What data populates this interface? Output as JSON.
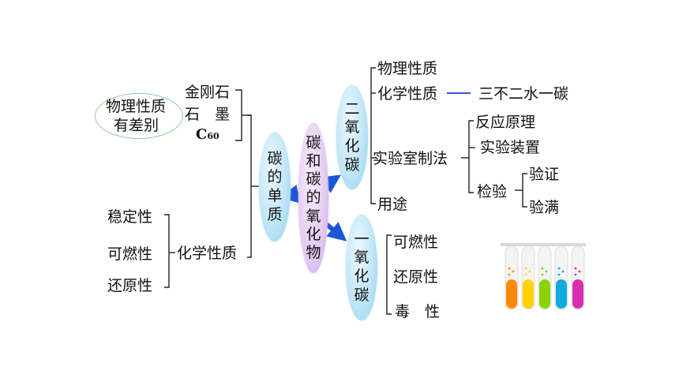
{
  "center": "碳和碳的氧化物",
  "simple": {
    "title": "碳的单质",
    "phys_box": [
      "物理性质",
      "有差别"
    ],
    "forms": [
      "金刚石",
      "石　墨",
      "C"
    ],
    "c60_sub": "60",
    "chem_label": "化学性质",
    "chem_props": [
      "稳定性",
      "可燃性",
      "还原性"
    ]
  },
  "co2": {
    "title": "二氧化碳",
    "items": [
      "物理性质",
      "化学性质",
      "实验室制法",
      "用途"
    ],
    "chem_note": "三不二水一碳",
    "lab": [
      "反应原理",
      "实验装置",
      "检验"
    ],
    "test": [
      "验证",
      "验满"
    ]
  },
  "co": {
    "title": "一氧化碳",
    "items": [
      "可燃性",
      "还原性",
      "毒　性"
    ]
  },
  "colors": {
    "ellipse_blue": "#bfe6f7",
    "ellipse_purple": "#e4cdf2",
    "arrow": "#1a56d6",
    "oval_border": "#8ed08e",
    "tubes": [
      "#ff8a00",
      "#ffd200",
      "#8ad400",
      "#11a9e0",
      "#d82fb0"
    ]
  },
  "icons": [
    "test-tube-rack-icon"
  ]
}
